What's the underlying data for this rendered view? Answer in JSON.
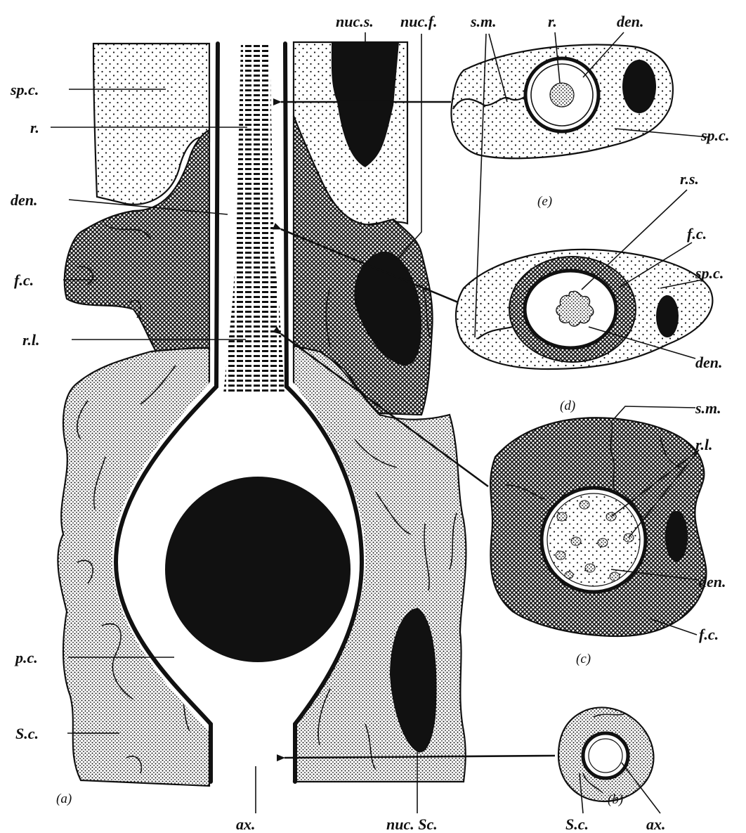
{
  "labels": {
    "sp_c": "sp.c.",
    "r": "r.",
    "den": "den.",
    "f_c": "f.c.",
    "r_l": "r.l.",
    "p_c": "p.c.",
    "S_c": "S.c.",
    "ax": "ax.",
    "nuc_s": "nuc.s.",
    "nuc_f": "nuc.f.",
    "s_m": "s.m.",
    "r_s": "r.s.",
    "nuc_Sc": "nuc. Sc."
  },
  "panels": {
    "a": "(a)",
    "b": "(b)",
    "c": "(c)",
    "d": "(d)",
    "e": "(e)"
  },
  "colors": {
    "ink": "#111111",
    "paper": "#ffffff"
  }
}
